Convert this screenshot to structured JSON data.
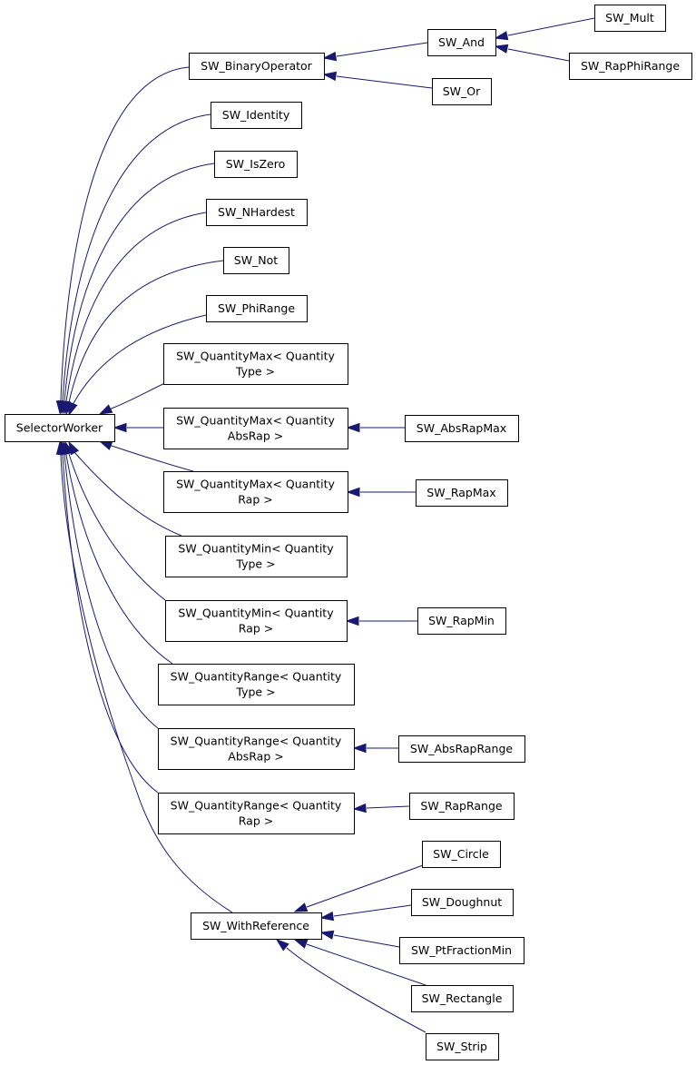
{
  "nodes": [
    {
      "id": "SelectorWorker",
      "label": [
        "SelectorWorker"
      ]
    },
    {
      "id": "SW_BinaryOperator",
      "label": [
        "SW_BinaryOperator"
      ]
    },
    {
      "id": "SW_And",
      "label": [
        "SW_And"
      ]
    },
    {
      "id": "SW_Mult",
      "label": [
        "SW_Mult"
      ]
    },
    {
      "id": "SW_RapPhiRange",
      "label": [
        "SW_RapPhiRange"
      ]
    },
    {
      "id": "SW_Or",
      "label": [
        "SW_Or"
      ]
    },
    {
      "id": "SW_Identity",
      "label": [
        "SW_Identity"
      ]
    },
    {
      "id": "SW_IsZero",
      "label": [
        "SW_IsZero"
      ]
    },
    {
      "id": "SW_NHardest",
      "label": [
        "SW_NHardest"
      ]
    },
    {
      "id": "SW_Not",
      "label": [
        "SW_Not"
      ]
    },
    {
      "id": "SW_PhiRange",
      "label": [
        "SW_PhiRange"
      ]
    },
    {
      "id": "QMax_Type",
      "label": [
        "SW_QuantityMax< Quantity",
        "Type >"
      ]
    },
    {
      "id": "QMax_AbsRap",
      "label": [
        "SW_QuantityMax< Quantity",
        "AbsRap >"
      ]
    },
    {
      "id": "SW_AbsRapMax",
      "label": [
        "SW_AbsRapMax"
      ]
    },
    {
      "id": "QMax_Rap",
      "label": [
        "SW_QuantityMax< Quantity",
        "Rap >"
      ]
    },
    {
      "id": "SW_RapMax",
      "label": [
        "SW_RapMax"
      ]
    },
    {
      "id": "QMin_Type",
      "label": [
        "SW_QuantityMin< Quantity",
        "Type >"
      ]
    },
    {
      "id": "QMin_Rap",
      "label": [
        "SW_QuantityMin< Quantity",
        "Rap >"
      ]
    },
    {
      "id": "SW_RapMin",
      "label": [
        "SW_RapMin"
      ]
    },
    {
      "id": "QRange_Type",
      "label": [
        "SW_QuantityRange< Quantity",
        "Type >"
      ]
    },
    {
      "id": "QRange_AbsRap",
      "label": [
        "SW_QuantityRange< Quantity",
        "AbsRap >"
      ]
    },
    {
      "id": "SW_AbsRapRange",
      "label": [
        "SW_AbsRapRange"
      ]
    },
    {
      "id": "QRange_Rap",
      "label": [
        "SW_QuantityRange< Quantity",
        "Rap >"
      ]
    },
    {
      "id": "SW_RapRange",
      "label": [
        "SW_RapRange"
      ]
    },
    {
      "id": "SW_WithReference",
      "label": [
        "SW_WithReference"
      ]
    },
    {
      "id": "SW_Circle",
      "label": [
        "SW_Circle"
      ]
    },
    {
      "id": "SW_Doughnut",
      "label": [
        "SW_Doughnut"
      ]
    },
    {
      "id": "SW_PtFractionMin",
      "label": [
        "SW_PtFractionMin"
      ]
    },
    {
      "id": "SW_Rectangle",
      "label": [
        "SW_Rectangle"
      ]
    },
    {
      "id": "SW_Strip",
      "label": [
        "SW_Strip"
      ]
    }
  ],
  "edges": [
    {
      "from": "SW_BinaryOperator",
      "to": "SelectorWorker"
    },
    {
      "from": "SW_Identity",
      "to": "SelectorWorker"
    },
    {
      "from": "SW_IsZero",
      "to": "SelectorWorker"
    },
    {
      "from": "SW_NHardest",
      "to": "SelectorWorker"
    },
    {
      "from": "SW_Not",
      "to": "SelectorWorker"
    },
    {
      "from": "SW_PhiRange",
      "to": "SelectorWorker"
    },
    {
      "from": "QMax_Type",
      "to": "SelectorWorker"
    },
    {
      "from": "QMax_AbsRap",
      "to": "SelectorWorker"
    },
    {
      "from": "QMax_Rap",
      "to": "SelectorWorker"
    },
    {
      "from": "QMin_Type",
      "to": "SelectorWorker"
    },
    {
      "from": "QMin_Rap",
      "to": "SelectorWorker"
    },
    {
      "from": "QRange_Type",
      "to": "SelectorWorker"
    },
    {
      "from": "QRange_AbsRap",
      "to": "SelectorWorker"
    },
    {
      "from": "QRange_Rap",
      "to": "SelectorWorker"
    },
    {
      "from": "SW_WithReference",
      "to": "SelectorWorker"
    },
    {
      "from": "SW_And",
      "to": "SW_BinaryOperator"
    },
    {
      "from": "SW_Or",
      "to": "SW_BinaryOperator"
    },
    {
      "from": "SW_Mult",
      "to": "SW_And"
    },
    {
      "from": "SW_RapPhiRange",
      "to": "SW_And"
    },
    {
      "from": "SW_AbsRapMax",
      "to": "QMax_AbsRap"
    },
    {
      "from": "SW_RapMax",
      "to": "QMax_Rap"
    },
    {
      "from": "SW_RapMin",
      "to": "QMin_Rap"
    },
    {
      "from": "SW_AbsRapRange",
      "to": "QRange_AbsRap"
    },
    {
      "from": "SW_RapRange",
      "to": "QRange_Rap"
    },
    {
      "from": "SW_Circle",
      "to": "SW_WithReference"
    },
    {
      "from": "SW_Doughnut",
      "to": "SW_WithReference"
    },
    {
      "from": "SW_PtFractionMin",
      "to": "SW_WithReference"
    },
    {
      "from": "SW_Rectangle",
      "to": "SW_WithReference"
    },
    {
      "from": "SW_Strip",
      "to": "SW_WithReference"
    }
  ],
  "colors": {
    "edge": "#191970",
    "node_border": "#000000",
    "node_fill": "#ffffff"
  }
}
